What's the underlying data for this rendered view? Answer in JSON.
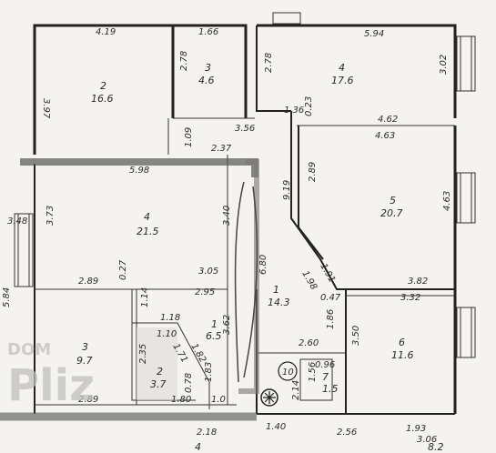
{
  "rooms": [
    {
      "id": "r2",
      "num": "2",
      "area": "16.6"
    },
    {
      "id": "r3",
      "num": "3",
      "area": "4.6"
    },
    {
      "id": "r4a",
      "num": "4",
      "area": "17.6"
    },
    {
      "id": "r4b",
      "num": "4",
      "area": "21.5"
    },
    {
      "id": "r5",
      "num": "5",
      "area": "20.7"
    },
    {
      "id": "r1",
      "num": "1",
      "area": "14.3"
    },
    {
      "id": "r3b",
      "num": "3",
      "area": "9.7"
    },
    {
      "id": "r2b",
      "num": "2",
      "area": "3.7"
    },
    {
      "id": "r1b",
      "num": "1",
      "area": "6.5"
    },
    {
      "id": "r6",
      "num": "6",
      "area": "11.6"
    },
    {
      "id": "r7",
      "num": "7",
      "area": "1.5"
    },
    {
      "id": "r4c",
      "num": "4",
      "area": ""
    },
    {
      "id": "r8",
      "num": "",
      "area": "8.2"
    }
  ],
  "dims": [
    "4.19",
    "1.66",
    "5.94",
    "3.97",
    "2.78",
    "2.78",
    "3.02",
    "1.36",
    "0.23",
    "3.56",
    "1.09",
    "4.62",
    "2.37",
    "4.63",
    "5.98",
    "2.89",
    "9.19",
    "3.73",
    "3.40",
    "4.63",
    "6.80",
    "1.98",
    "1.91",
    "2.89",
    "0.27",
    "3.05",
    "3.82",
    "2.95",
    "0.47",
    "3.32",
    "5.84",
    "1.14",
    "1.86",
    "1.18",
    "3.62",
    "3.50",
    "1.10",
    "2.60",
    "1.71",
    "1.82",
    "2.35",
    "0.96",
    "1.56",
    "2.14",
    "0.78",
    "1.83",
    "2.89",
    "1.80",
    "1.0",
    "2.18",
    "1.40",
    "2.56",
    "1.93",
    "3.06",
    "3.48"
  ],
  "marker": "10",
  "watermark": {
    "line1": "DOM",
    "line2": "Pliz"
  }
}
